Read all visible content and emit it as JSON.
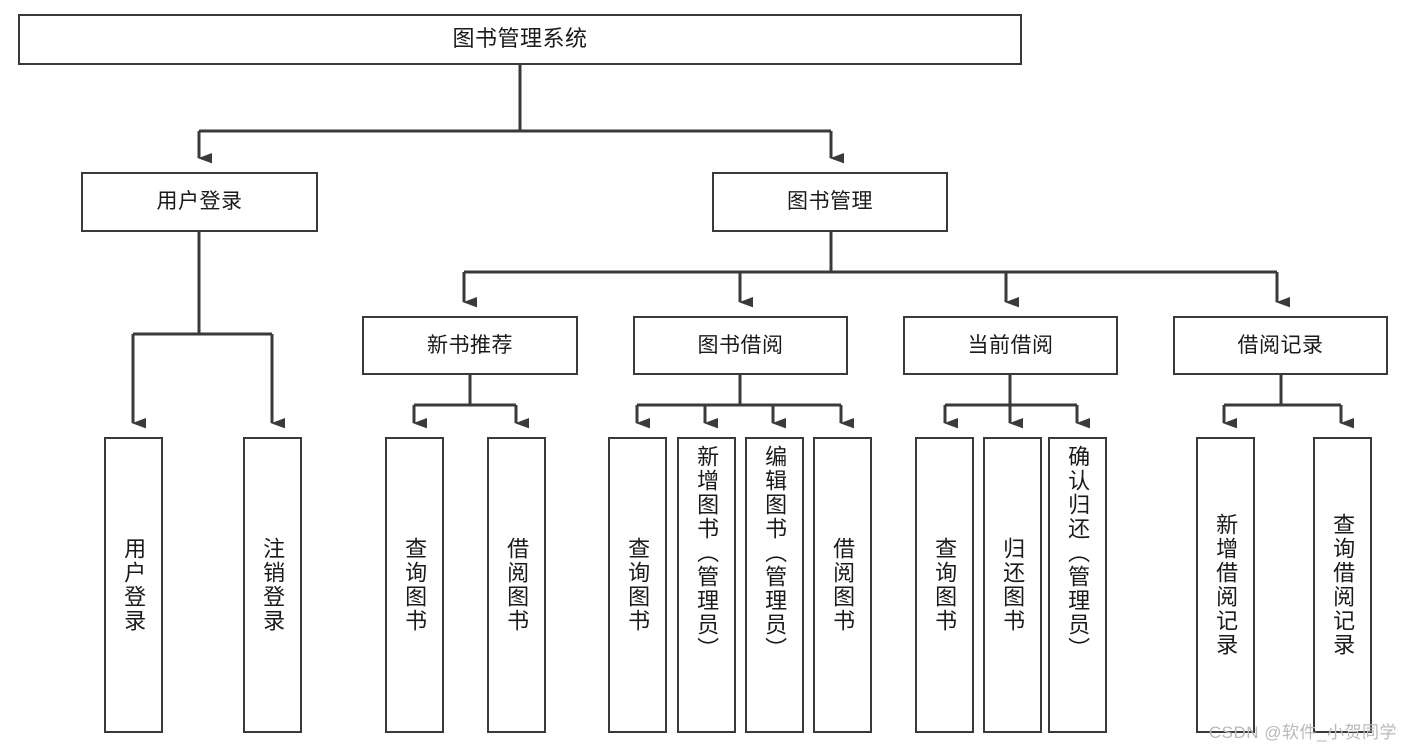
{
  "diagram": {
    "type": "tree",
    "title": "图书管理系统",
    "style": {
      "background": "#ffffff",
      "node_fill": "#ffffff",
      "node_stroke": "#3a3a3a",
      "edge_color": "#3a3a3a",
      "text_color": "#1a1a1a",
      "watermark_color": "#b9b9b9"
    },
    "nodes": {
      "root": {
        "label": "图书管理系统",
        "orientation": "horizontal"
      },
      "l1": [
        {
          "id": "user_login",
          "label": "用户登录",
          "orientation": "horizontal"
        },
        {
          "id": "book_manage",
          "label": "图书管理",
          "orientation": "horizontal"
        }
      ],
      "l2": [
        {
          "id": "new_book_rec",
          "label": "新书推荐",
          "orientation": "horizontal",
          "parent": "book_manage"
        },
        {
          "id": "book_borrow",
          "label": "图书借阅",
          "orientation": "horizontal",
          "parent": "book_manage"
        },
        {
          "id": "current_borrow",
          "label": "当前借阅",
          "orientation": "horizontal",
          "parent": "book_manage"
        },
        {
          "id": "borrow_record",
          "label": "借阅记录",
          "orientation": "horizontal",
          "parent": "book_manage"
        }
      ],
      "leaves": [
        {
          "id": "leaf_user_login",
          "label": "用户登录",
          "orientation": "vertical",
          "parent": "user_login",
          "align": "middle"
        },
        {
          "id": "leaf_logout",
          "label": "注销登录",
          "orientation": "vertical",
          "parent": "user_login",
          "align": "middle"
        },
        {
          "id": "leaf_query_book_1",
          "label": "查询图书",
          "orientation": "vertical",
          "parent": "new_book_rec",
          "align": "middle"
        },
        {
          "id": "leaf_borrow_book_1",
          "label": "借阅图书",
          "orientation": "vertical",
          "parent": "new_book_rec",
          "align": "middle"
        },
        {
          "id": "leaf_query_book_2",
          "label": "查询图书",
          "orientation": "vertical",
          "parent": "book_borrow",
          "align": "middle"
        },
        {
          "id": "leaf_add_book",
          "label": "新增图书（管理员）",
          "orientation": "vertical",
          "parent": "book_borrow",
          "align": "top"
        },
        {
          "id": "leaf_edit_book",
          "label": "编辑图书（管理员）",
          "orientation": "vertical",
          "parent": "book_borrow",
          "align": "top"
        },
        {
          "id": "leaf_borrow_book_2",
          "label": "借阅图书",
          "orientation": "vertical",
          "parent": "book_borrow",
          "align": "middle"
        },
        {
          "id": "leaf_query_book_3",
          "label": "查询图书",
          "orientation": "vertical",
          "parent": "current_borrow",
          "align": "middle"
        },
        {
          "id": "leaf_return_book",
          "label": "归还图书",
          "orientation": "vertical",
          "parent": "current_borrow",
          "align": "middle"
        },
        {
          "id": "leaf_confirm_return",
          "label": "确认归还（管理员）",
          "orientation": "vertical",
          "parent": "current_borrow",
          "align": "top"
        },
        {
          "id": "leaf_add_record",
          "label": "新增借阅记录",
          "orientation": "vertical",
          "parent": "borrow_record",
          "align": "middle"
        },
        {
          "id": "leaf_query_record",
          "label": "查询借阅记录",
          "orientation": "vertical",
          "parent": "borrow_record",
          "align": "middle"
        }
      ]
    },
    "watermark": "CSDN @软件_小贺同学"
  }
}
